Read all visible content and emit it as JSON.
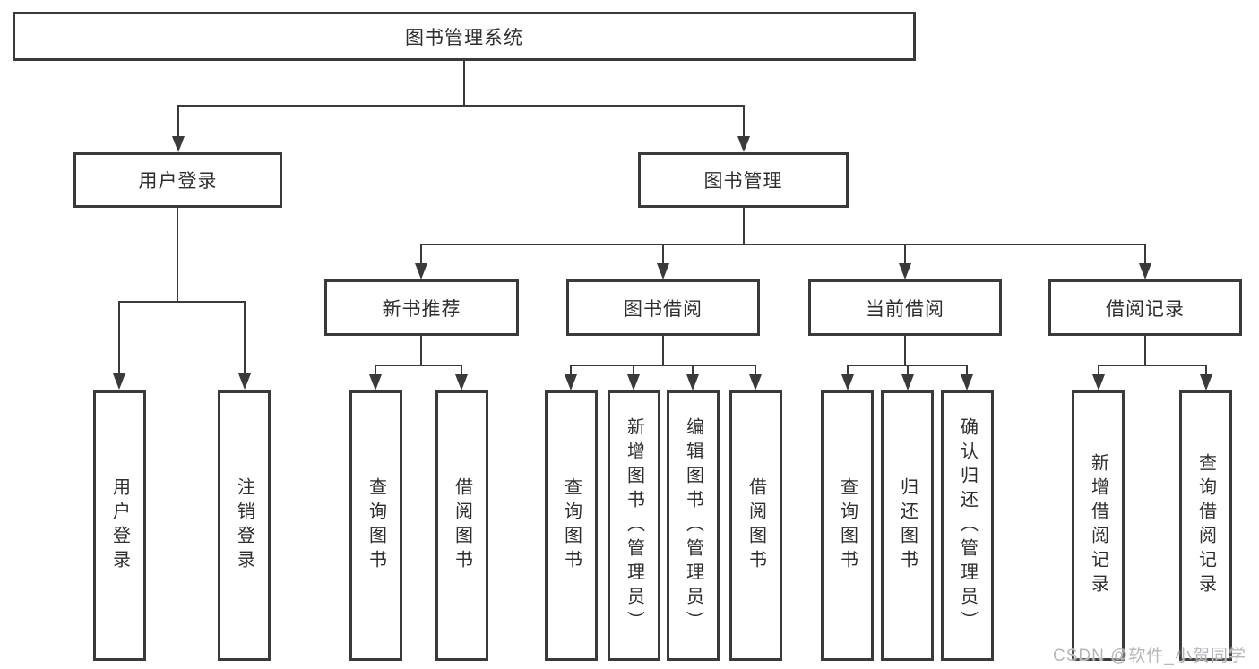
{
  "colors": {
    "line": "#3a3a3a",
    "text": "#2e2e2e",
    "bg": "#ffffff",
    "watermark": "#b4b7bc"
  },
  "watermark": {
    "text": "CSDN @软件_小贺同学"
  },
  "nodes": {
    "root": "图书管理系统",
    "user_login": "用户登录",
    "book_management": "图书管理",
    "login": "用户登录",
    "logout": "注销登录",
    "new_book_recommend": "新书推荐",
    "book_borrow": "图书借阅",
    "current_borrow": "当前借阅",
    "borrow_records": "借阅记录",
    "nbr_query_books": "查询图书",
    "nbr_borrow_books": "借阅图书",
    "bb_query_books": "查询图书",
    "bb_add_books": "新增图书（管理员）",
    "bb_edit_books": "编辑图书（管理员）",
    "bb_borrow_books": "借阅图书",
    "cb_query_books": "查询图书",
    "cb_return_books": "归还图书",
    "cb_confirm_return": "确认归还（管理员）",
    "br_add_record": "新增借阅记录",
    "br_query_record": "查询借阅记录"
  }
}
